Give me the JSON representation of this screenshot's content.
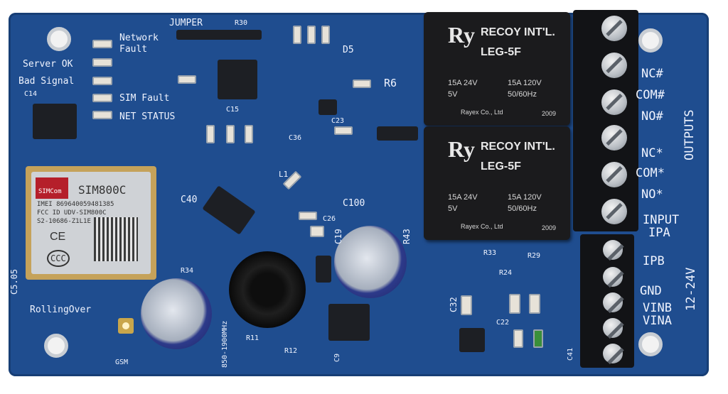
{
  "board_labels": {
    "jumper": "JUMPER",
    "r30": "R30",
    "network_fault_1": "Network",
    "network_fault_2": "Fault",
    "server_ok": "Server OK",
    "bad_signal": "Bad Signal",
    "sim_fault": "SIM Fault",
    "net_status": "NET STATUS",
    "c14": "C14",
    "c15": "C15",
    "c40": "C40",
    "c100": "C100",
    "c19": "C19",
    "c26": "C26",
    "c23": "C23",
    "c36": "C36",
    "c32": "C32",
    "c22": "C22",
    "c41": "C41",
    "c9": "C9",
    "c5_05": "C5.05",
    "rolling_over": "RollingOver",
    "gsm": "GSM",
    "r6": "R6",
    "r33": "R33",
    "r29": "R29",
    "r24": "R24",
    "r34": "R34",
    "r11": "R11",
    "r12": "R12",
    "r43": "R43",
    "d5": "D5",
    "l1": "L1",
    "freq": "850-1900MHz",
    "outputs": "OUTPUTS",
    "nc1": "NC#",
    "com1": "COM#",
    "no1": "NO#",
    "nc2": "NC*",
    "com2": "COM*",
    "no2": "NO*",
    "input_1": "INPUT",
    "ipa": "IPA",
    "ipb": "IPB",
    "gnd": "GND",
    "vinb": "VINB",
    "vina": "VINA",
    "voltage": "12-24V"
  },
  "module": {
    "brand": "SIMCom",
    "model": "SIM800C",
    "imei": "IMEI 869640059481385",
    "fcc": "FCC ID UDV-SIM800C",
    "code": "S2-10686-Z1L1E",
    "mark_ce": "CE",
    "mark_ccc": "CCC"
  },
  "relays": [
    {
      "brand": "RECOY INT'L.",
      "model": "LEG-5F",
      "r1": "15A 24V",
      "r2": "5V",
      "r3": "15A 120V",
      "r4": "50/60Hz",
      "maker": "Rayex Co., Ltd",
      "year": "2009"
    },
    {
      "brand": "RECOY INT'L.",
      "model": "LEG-5F",
      "r1": "15A 24V",
      "r2": "5V",
      "r3": "15A 120V",
      "r4": "50/60Hz",
      "maker": "Rayex Co., Ltd",
      "year": "2009"
    }
  ],
  "colors": {
    "pcb": "#1f4d8f",
    "terminal": "#121316",
    "relay": "#1b1b1d"
  }
}
